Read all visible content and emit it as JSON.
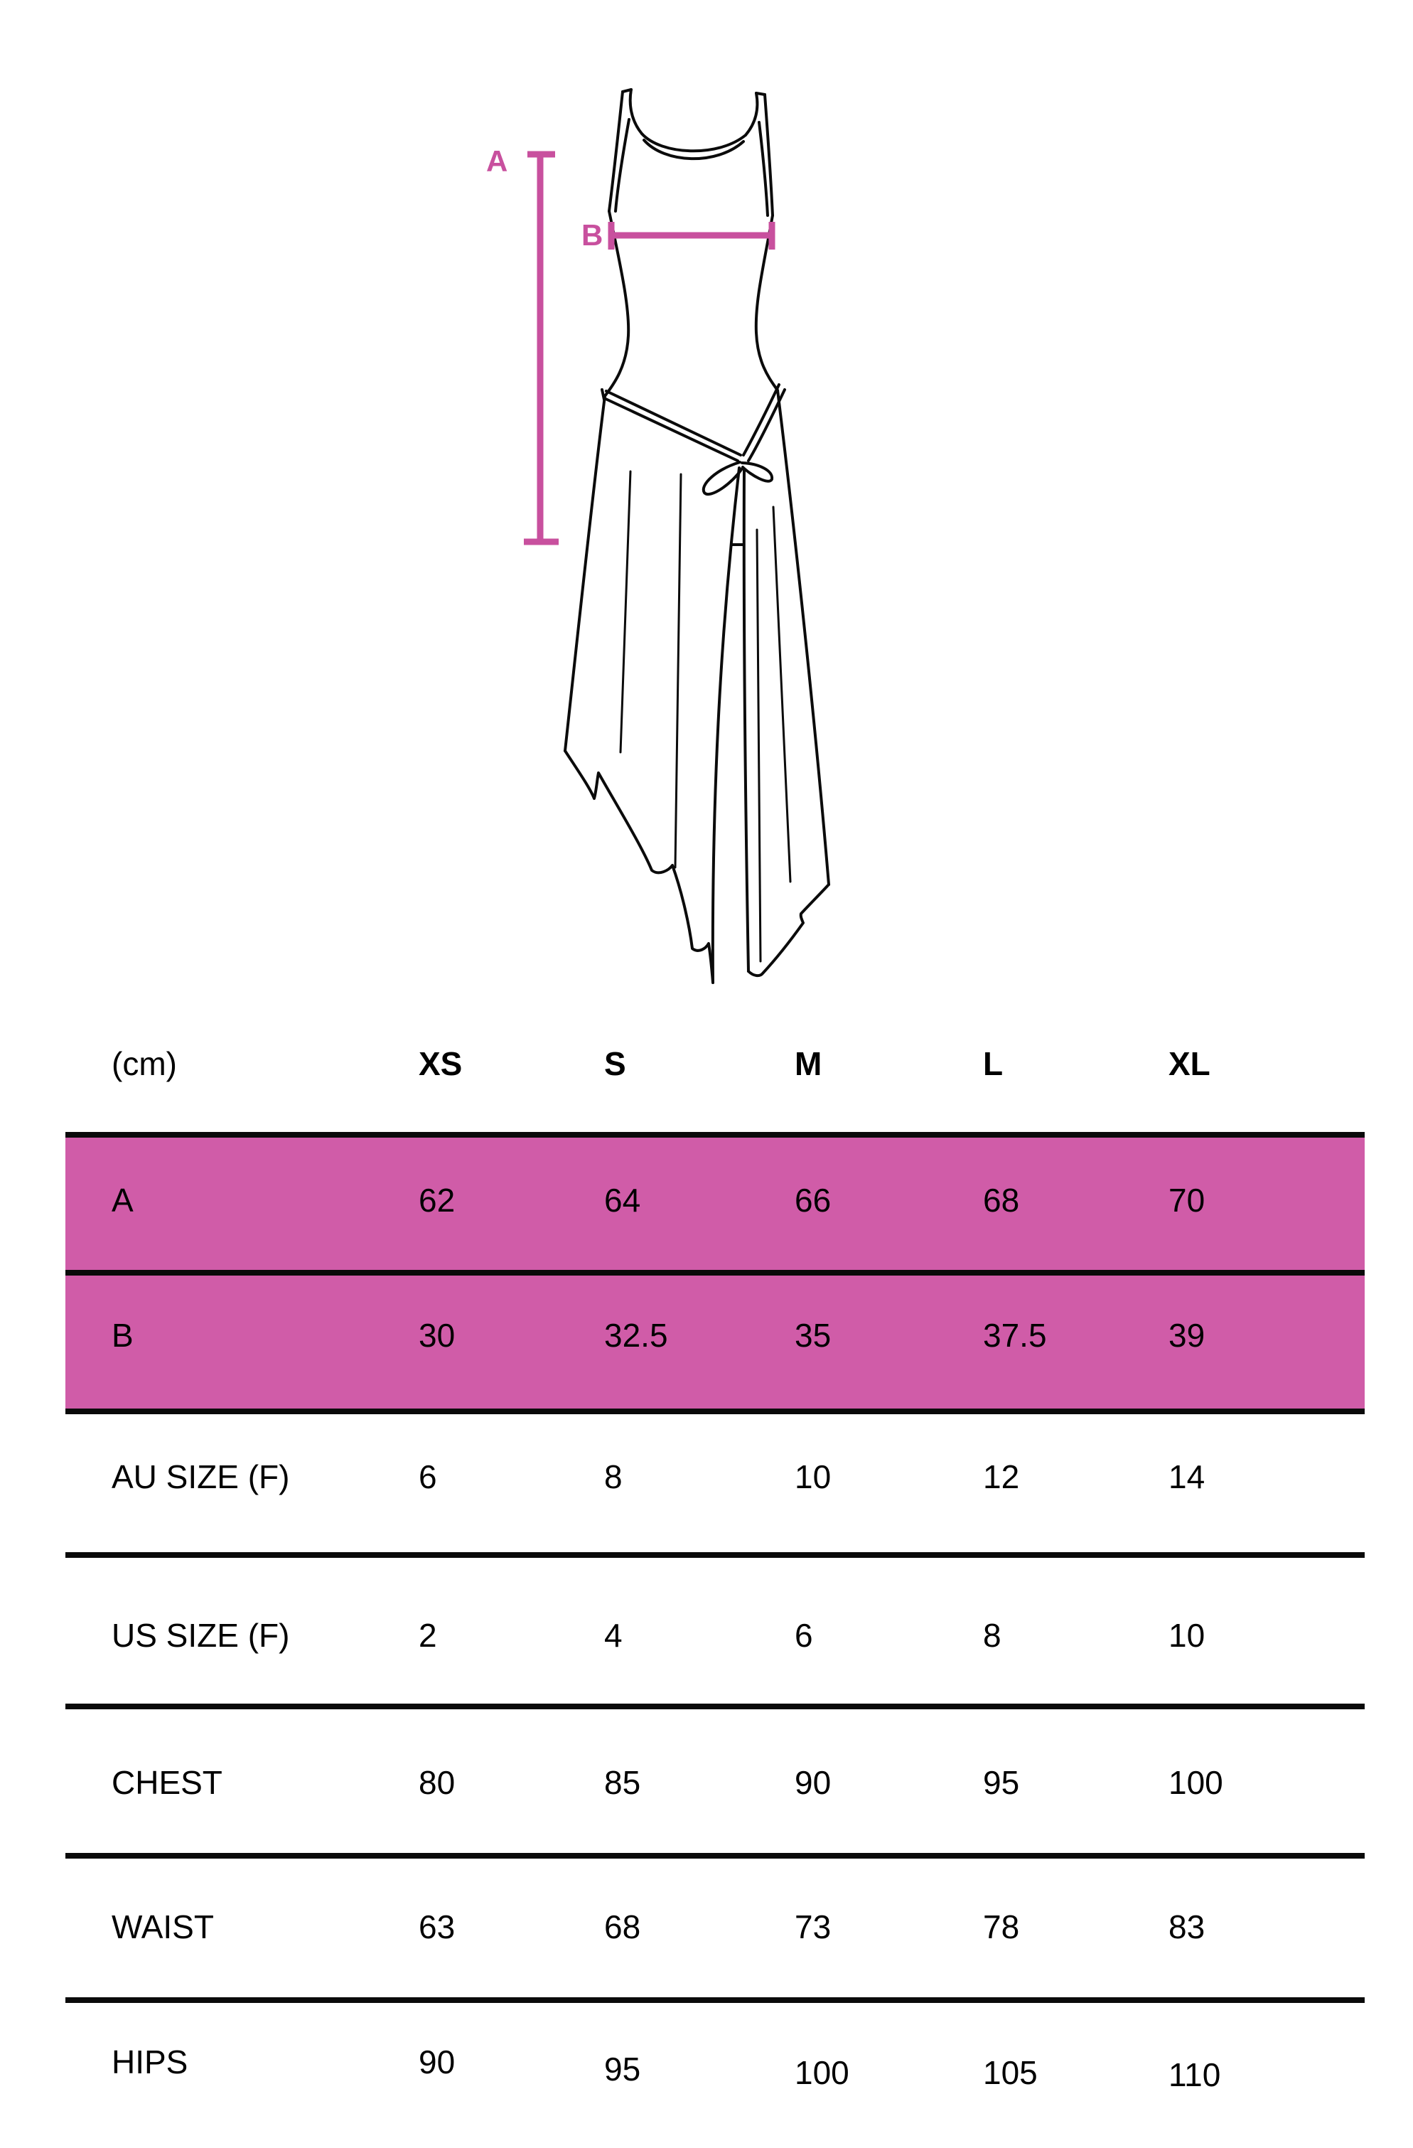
{
  "diagram": {
    "label_a": "A",
    "label_b": "B",
    "line_color": "#C8509E"
  },
  "table": {
    "unit_header": "(cm)",
    "size_headers": [
      "XS",
      "S",
      "M",
      "L",
      "XL"
    ],
    "highlight_color": "#D05CA8",
    "rows": [
      {
        "label": "A",
        "values": [
          "62",
          "64",
          "66",
          "68",
          "70"
        ],
        "highlight": true
      },
      {
        "label": "B",
        "values": [
          "30",
          "32.5",
          "35",
          "37.5",
          "39"
        ],
        "highlight": true
      },
      {
        "label": "AU SIZE (F)",
        "values": [
          "6",
          "8",
          "10",
          "12",
          "14"
        ],
        "highlight": false
      },
      {
        "label": "US SIZE (F)",
        "values": [
          "2",
          "4",
          "6",
          "8",
          "10"
        ],
        "highlight": false
      },
      {
        "label": "CHEST",
        "values": [
          "80",
          "85",
          "90",
          "95",
          "100"
        ],
        "highlight": false
      },
      {
        "label": "WAIST",
        "values": [
          "63",
          "68",
          "73",
          "78",
          "83"
        ],
        "highlight": false
      },
      {
        "label": "HIPS",
        "values": [
          "90",
          "95",
          "100",
          "105",
          "110"
        ],
        "highlight": false
      }
    ]
  }
}
